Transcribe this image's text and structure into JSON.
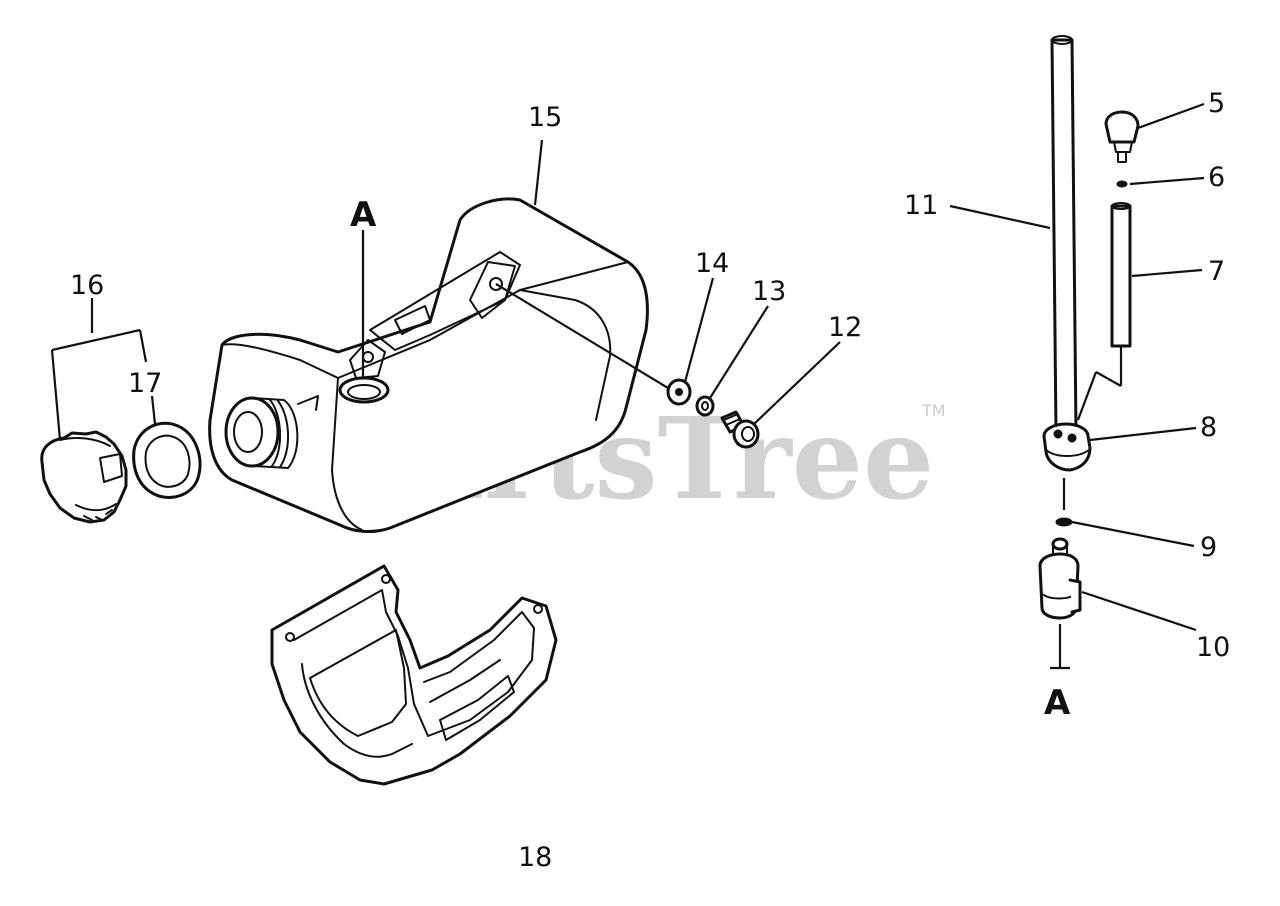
{
  "watermark": {
    "text": "PartsTree",
    "trademark": "TM"
  },
  "labels": {
    "n5": "5",
    "n6": "6",
    "n7": "7",
    "n8": "8",
    "n9": "9",
    "n10": "10",
    "n11": "11",
    "n12": "12",
    "n13": "13",
    "n14": "14",
    "n15": "15",
    "n16": "16",
    "n17": "17",
    "n18": "18",
    "ref_a_tank": "A",
    "ref_a_filter": "A"
  }
}
